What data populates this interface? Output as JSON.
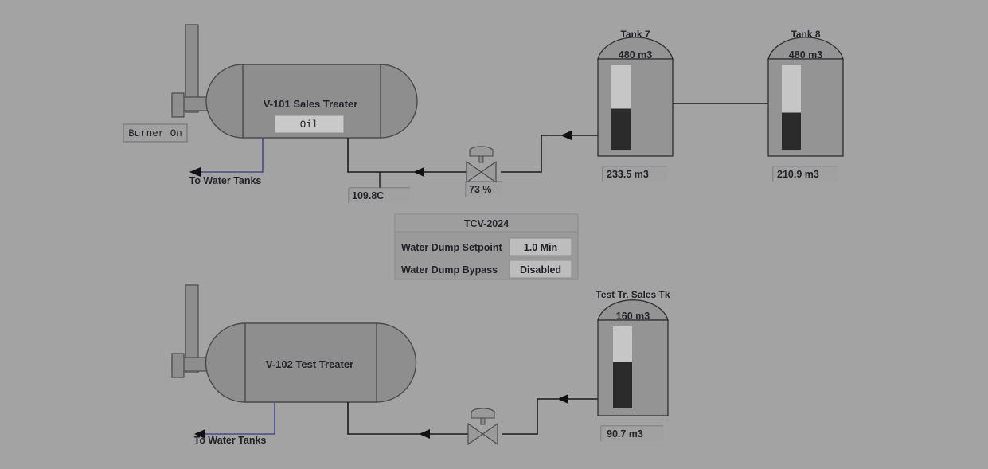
{
  "screen": {
    "background_color": "#a3a3a3",
    "pipe_color": "#1a1a1a",
    "water_line_color": "#4b4b8e",
    "equipment_fill": "#8e8e8e",
    "equipment_stroke": "#4a4a4a",
    "tank_fill": "#949494",
    "level_empty_color": "#c6c6c6",
    "level_filled_color": "#2b2b2b",
    "readout_fill": "#a0a0a0",
    "readout_border": "#6e6e6e",
    "field_fill": "#c9c9c9",
    "panel_fill": "#9a9a9a",
    "panel_header_fill": "#9e9e9e"
  },
  "vessels": [
    {
      "id": "v101",
      "label": "V-101 Sales Treater",
      "product_field": "Oil",
      "burner_status": "Burner On",
      "water_outlet_label": "To Water Tanks",
      "temperature_readout": "109.8C"
    },
    {
      "id": "v102",
      "label": "V-102 Test Treater",
      "water_outlet_label": "To Water Tanks"
    }
  ],
  "valves": [
    {
      "id": "tcv-2024-valve",
      "position_readout": "73  %"
    },
    {
      "id": "test-treater-valve",
      "position_readout": ""
    }
  ],
  "tanks": [
    {
      "id": "tank-7",
      "title": "Tank 7",
      "capacity": "480 m3",
      "level_readout": "233.5 m3",
      "fill_fraction": 0.486
    },
    {
      "id": "tank-8",
      "title": "Tank 8",
      "capacity": "480 m3",
      "level_readout": "210.9 m3",
      "fill_fraction": 0.439
    },
    {
      "id": "test-treater-sales-tank",
      "title": "Test Tr. Sales Tk",
      "capacity": "160 m3",
      "level_readout": "90.7 m3",
      "fill_fraction": 0.567
    }
  ],
  "control_panel": {
    "title": "TCV-2024",
    "rows": [
      {
        "label": "Water Dump Setpoint",
        "value": "1.0 Min"
      },
      {
        "label": "Water Dump Bypass",
        "value": "Disabled"
      }
    ]
  }
}
